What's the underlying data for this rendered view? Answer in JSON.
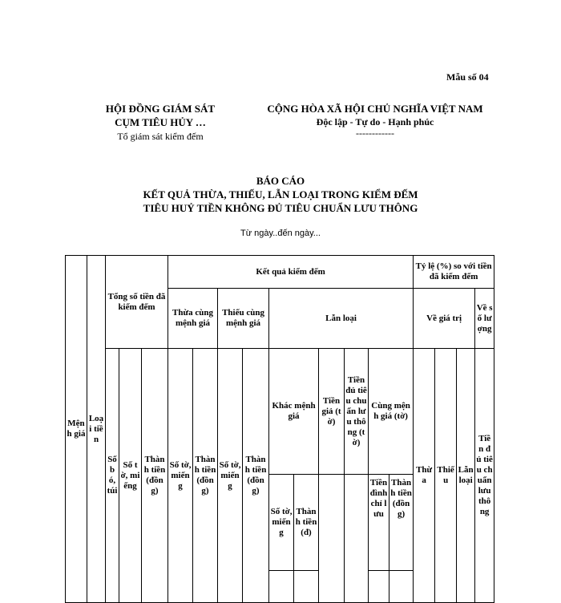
{
  "form_no": "Mẫu số 04",
  "left_header": {
    "line1": "HỘI ĐỒNG GIÁM SÁT",
    "line2": "CỤM TIÊU HỦY …",
    "line3": "Tổ giám sát kiểm đếm"
  },
  "right_header": {
    "line1": "CỘNG HÒA XÃ HỘI CHỦ NGHĨA VIỆT NAM",
    "line2": "Độc lập - Tự do - Hạnh phúc",
    "separator": "------------"
  },
  "title": {
    "line1": "BÁO CÁO",
    "line2": "KẾT QUẢ THỪA, THIẾU, LẪN LOẠI TRONG KIỂM ĐẾM",
    "line3": "TIÊU HUỶ TIỀN KHÔNG ĐỦ TIÊU CHUẨN LƯU THÔNG"
  },
  "date_range": "Từ ngày..đến ngày...",
  "table": {
    "menh_gia": "Mệnh giá",
    "loai_tien": "Loại tiền",
    "tong_so": "Tổng số tiền đã kiểm đếm",
    "ket_qua": "Kết quả kiểm đếm",
    "ty_le": "Tỷ lệ (%) so với tiền đã kiểm đếm",
    "thua_cung": "Thừa cùng mệnh giá",
    "thieu_cung": "Thiếu cùng mệnh giá",
    "lan_loai": "Lẫn loại",
    "ve_gia_tri": "Về giá trị",
    "ve_so_luong": "Về số lượng",
    "so_bo_tui": "Số bó, túi",
    "so_to_mieng": "Số tờ, miếng",
    "thanh_tien_dong": "Thành tiền (đồng)",
    "khac_menh_gia": "Khác mệnh giá",
    "tien_gia": "Tiền giả (tờ)",
    "tien_du_tc": "Tiền đủ tiêu chuẩn lưu thông (tờ)",
    "cung_menh_gia_to": "Cùng mệnh giá (tờ)",
    "thua": "Thừa",
    "thieu": "Thiếu",
    "lan_loai_short": "Lẫn loại",
    "tien_du_tc_short": "Tiền đủ tiêu chuẩn lưu thông",
    "so_to_mieng_2": "Số tờ, miếng",
    "thanh_tien_d": "Thành tiền (đ)",
    "tien_dinh_chi_luu": "Tiền đình chỉ lưu",
    "thanh_tien_dong_2": "Thành tiền (đồng)"
  }
}
